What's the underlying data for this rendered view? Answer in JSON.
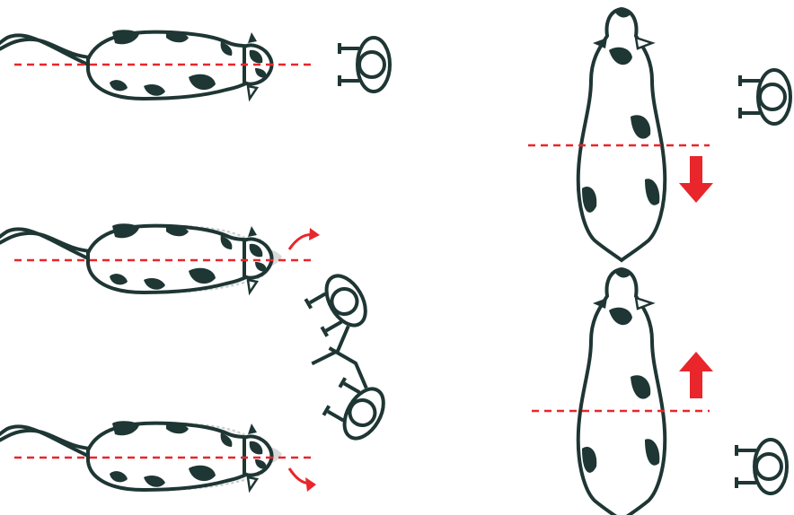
{
  "colors": {
    "outline": "#1e3634",
    "spot": "#1e3634",
    "balance_line": "#e8262b",
    "arrow": "#e8262b",
    "ghost_fill": "#e9eeec",
    "ghost_spot": "#b9bfbd",
    "ghost_outline": "#9aa09e",
    "background": "#ffffff"
  },
  "figures": [
    {
      "id": "cow-side-neutral",
      "view": "side",
      "pose": "neutral",
      "handler_arm": "none"
    },
    {
      "id": "cow-side-turn-away",
      "view": "side",
      "pose": "head-turned-away",
      "indicator": "curved-arrow-up-right",
      "handler_arm": "extended"
    },
    {
      "id": "cow-side-turn-toward",
      "view": "side",
      "pose": "head-turned-toward",
      "indicator": "curved-arrow-down-right",
      "handler_arm": "extended"
    },
    {
      "id": "cow-top-forward",
      "view": "top",
      "handler_position": "behind-balance-point",
      "indicator": "straight-arrow-down"
    },
    {
      "id": "cow-top-backward",
      "view": "top",
      "handler_position": "ahead-of-balance-point",
      "indicator": "straight-arrow-up"
    }
  ],
  "icons": [
    "cow-icon",
    "handler-icon",
    "balance-line",
    "arrow-icon"
  ]
}
